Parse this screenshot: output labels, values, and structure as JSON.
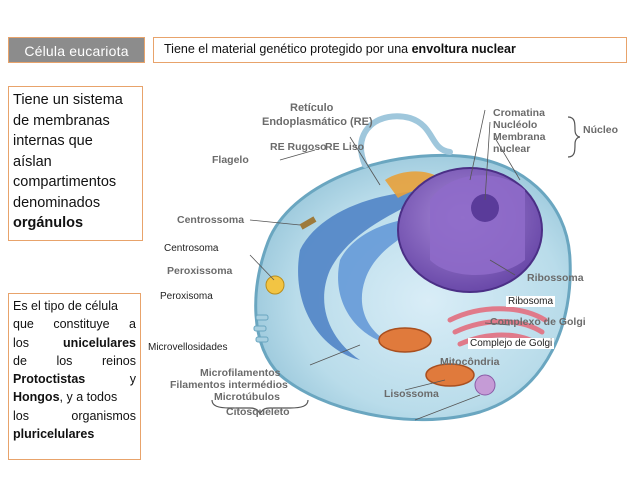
{
  "header": {
    "title": "Célula eucariota",
    "statement_pre": "Tiene el material genético protegido por una ",
    "statement_bold": "envoltura nuclear"
  },
  "box_membranes": {
    "lines": [
      "Tiene un sistema",
      "de membranas",
      "internas que",
      "aíslan",
      "compartimentos",
      "denominados"
    ],
    "bold_line": "orgánulos"
  },
  "box_cell_type": {
    "line1": [
      "Es el tipo de célula"
    ],
    "line2": [
      "que",
      "constituye",
      "a"
    ],
    "line3_word": "los",
    "line3_bold": "unicelulares",
    "line4": [
      "de",
      "los",
      "reinos"
    ],
    "line5_bold": "Protoctistas",
    "line5_end": "y",
    "line6_bold": "Hongos",
    "line6_rest": ", y a todos",
    "line7": [
      "los",
      "organismos"
    ],
    "line8_bold": "pluricelulares"
  },
  "diagram_labels": {
    "reticulo": "Retículo",
    "endoplasmatico": "Endoplasmático (RE)",
    "re_rugoso": "RE Rugoso",
    "re_liso": "RE Liso",
    "flagelo": "Flagelo",
    "centrossoma": "Centrossoma",
    "peroxissoma": "Peroxissoma",
    "cromatina": "Cromatina",
    "nucleolo": "Nucléolo",
    "membrana": "Membrana",
    "nuclear": "nuclear",
    "nucleo": "Núcleo",
    "ribossoma": "Ribossoma",
    "complexo_golgi": "Complexo de Golgi",
    "microfilamentos": "Microfilamentos",
    "filamentos_intermedios": "Filamentos intermédios",
    "microtubulos": "Microtúbulos",
    "citosqueleto": "Citosqueleto",
    "mitocondria": "Mitocôndria",
    "lisossoma": "Lisossoma"
  },
  "overlay_labels": {
    "centrosoma": "Centrosoma",
    "peroxisoma": "Peroxisoma",
    "microvellosidades": "Microvellosidades",
    "ribosoma": "Ribosoma",
    "complejo_golgi": "Complejo de Golgi"
  }
}
